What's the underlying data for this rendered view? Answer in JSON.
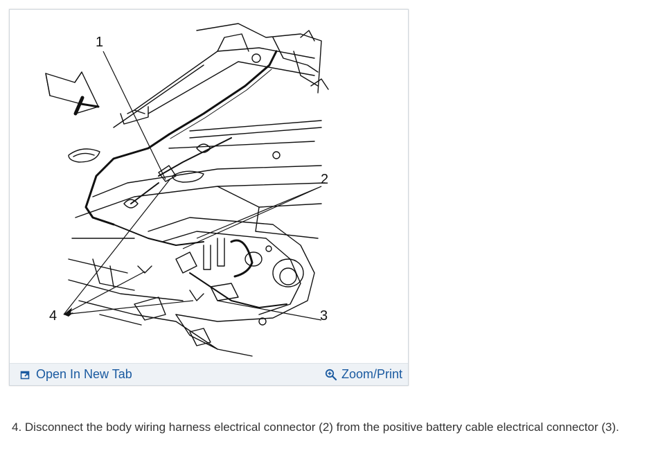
{
  "figure": {
    "callouts": {
      "c1": "1",
      "c2": "2",
      "c3": "3",
      "c4": "4"
    },
    "footer": {
      "open_new_tab_label": "Open In New Tab",
      "zoom_print_label": "Zoom/Print",
      "open_icon": "open-in-new-tab-icon",
      "zoom_icon": "zoom-magnifier-icon"
    }
  },
  "instructions": {
    "step_text": "4. Disconnect the body wiring harness electrical connector (2) from the positive battery cable electrical connector (3)."
  },
  "colors": {
    "link": "#1a5aa0",
    "footer_bg": "#eef2f6",
    "text": "#333333"
  }
}
